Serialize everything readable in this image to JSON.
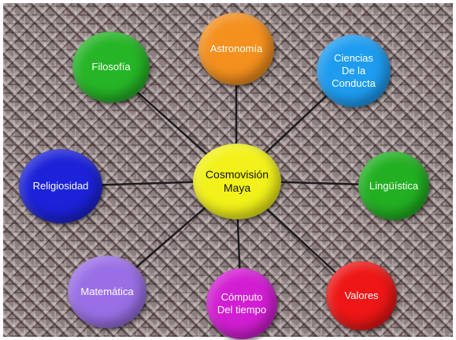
{
  "diagram": {
    "center": {
      "label": "Cosmovisión\nMaya",
      "color": "#f2f21a"
    },
    "nodes": [
      {
        "id": "astronomia",
        "label": "Astronomía",
        "color": "#f4901e"
      },
      {
        "id": "ciencias",
        "label": "Ciencias\nDe la\nConducta",
        "color": "#1e9cf0"
      },
      {
        "id": "linguistica",
        "label": "Lingüística",
        "color": "#22b022"
      },
      {
        "id": "valores",
        "label": "Valores",
        "color": "#ee1616"
      },
      {
        "id": "computo",
        "label": "Cómputo\nDel tiempo",
        "color": "#d21ed2"
      },
      {
        "id": "matematica",
        "label": "Matemática",
        "color": "#9a6fe6"
      },
      {
        "id": "religiosidad",
        "label": "Religiosidad",
        "color": "#1c22d8"
      },
      {
        "id": "filosofia",
        "label": "Filosofía",
        "color": "#26b526"
      }
    ],
    "line_color": "#1a1a1a"
  }
}
